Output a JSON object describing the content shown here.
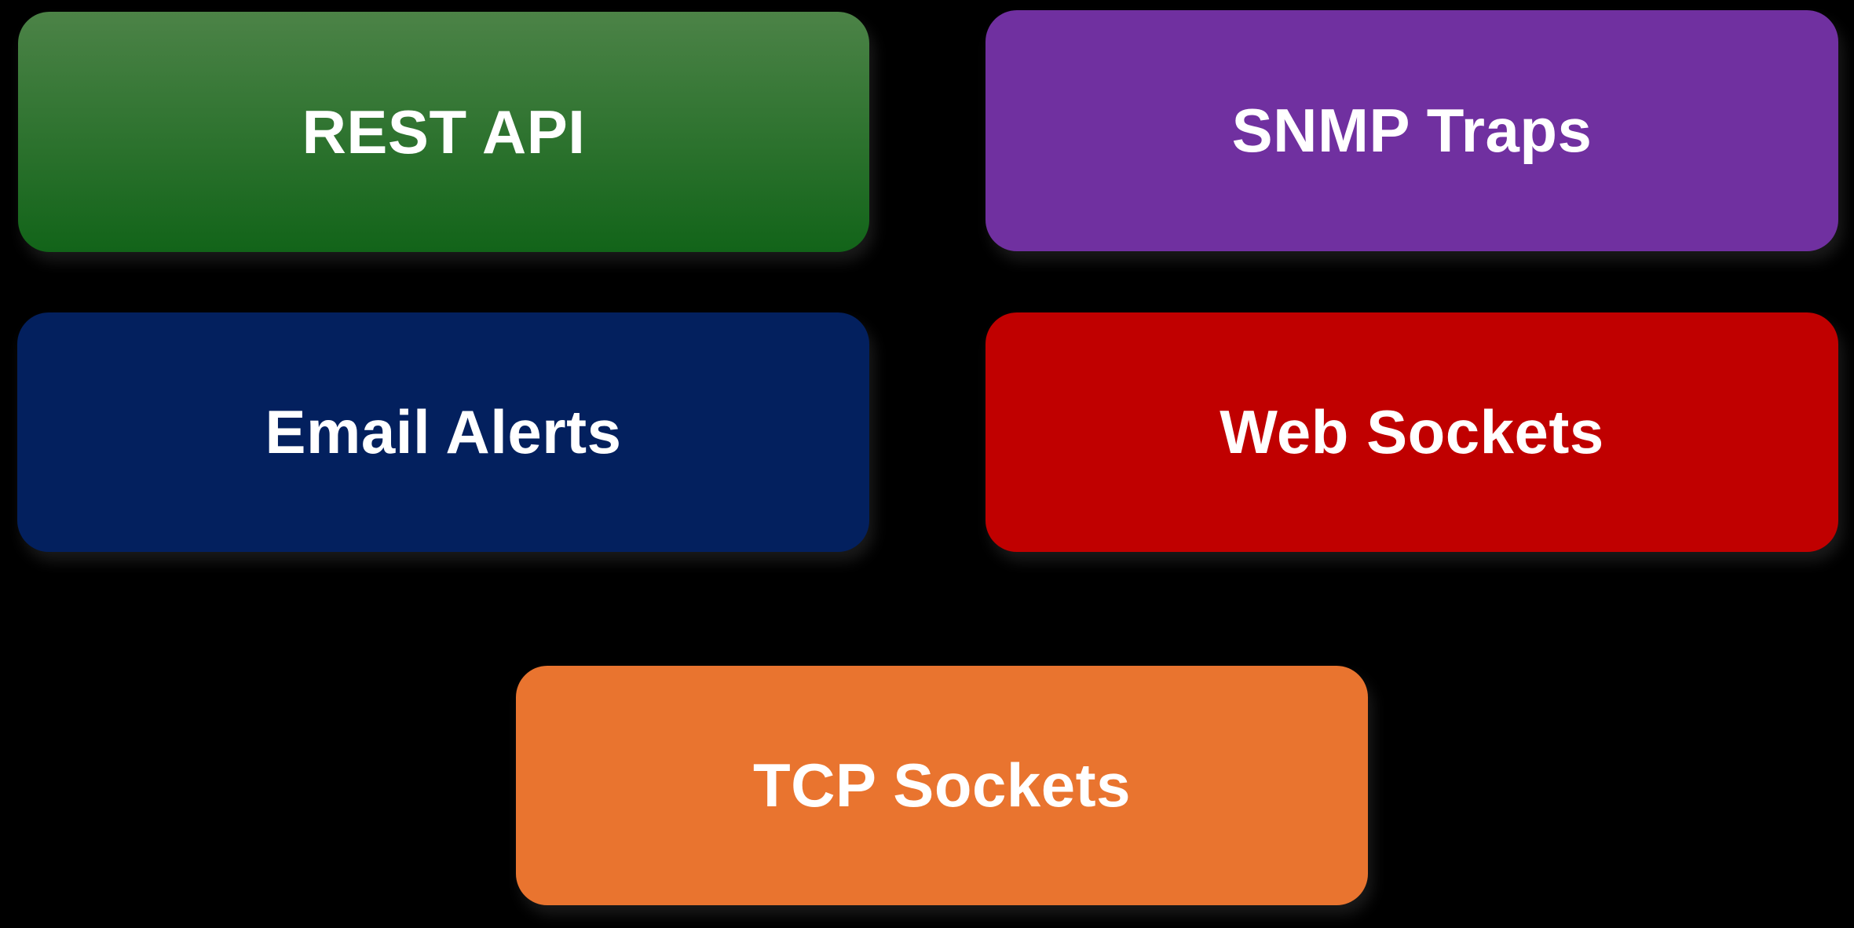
{
  "canvas": {
    "background_color": "#000000",
    "text_color": "#FFFFFF"
  },
  "nodes": [
    {
      "id": "rest-api",
      "label": "REST API",
      "fill_type": "gradient",
      "color_top": "#4C8347",
      "color_bottom": "#126419"
    },
    {
      "id": "snmp-traps",
      "label": "SNMP Traps",
      "fill_type": "solid",
      "color": "#7030A0"
    },
    {
      "id": "email-alerts",
      "label": "Email Alerts",
      "fill_type": "solid",
      "color": "#03205E"
    },
    {
      "id": "web-sockets",
      "label": "Web Sockets",
      "fill_type": "solid",
      "color": "#C00000"
    },
    {
      "id": "tcp-sockets",
      "label": "TCP Sockets",
      "fill_type": "solid",
      "color": "#E9742F"
    }
  ]
}
